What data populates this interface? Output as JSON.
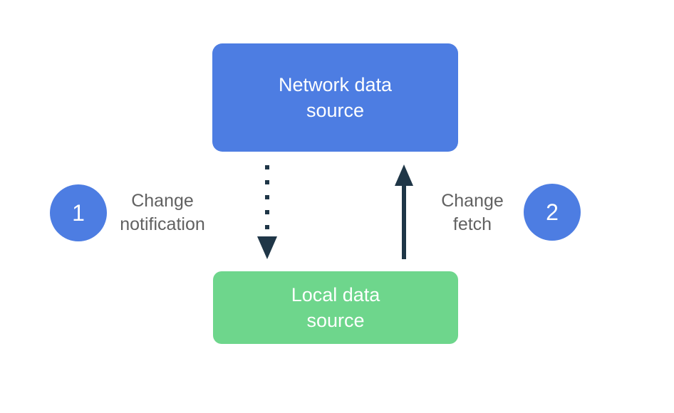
{
  "diagram": {
    "nodes": [
      {
        "id": "network-data-source",
        "label": "Network data source",
        "color": "#4D7DE2"
      },
      {
        "id": "local-data-source",
        "label": "Local data source",
        "color": "#6ED68C"
      }
    ],
    "steps": [
      {
        "number": "1",
        "label": "Change notification",
        "arrow_style": "dotted",
        "arrow_direction": "down",
        "from": "network-data-source",
        "to": "local-data-source"
      },
      {
        "number": "2",
        "label": "Change fetch",
        "arrow_style": "solid",
        "arrow_direction": "up",
        "from": "local-data-source",
        "to": "network-data-source"
      }
    ],
    "colors": {
      "node_blue": "#4D7DE2",
      "node_green": "#6ED68C",
      "arrow_dark": "#1F3647",
      "label_gray": "#616161",
      "node_text": "#ffffff",
      "background": "#ffffff"
    }
  }
}
